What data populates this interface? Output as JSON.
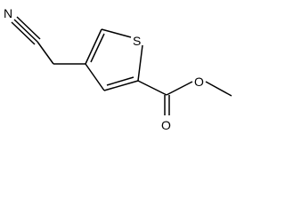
{
  "structure": {
    "kind": "chemical-structure",
    "atoms": {
      "nitrogen": "N",
      "sulfur": "S",
      "carbonyl_oxygen": "O",
      "ester_oxygen": "O"
    }
  }
}
